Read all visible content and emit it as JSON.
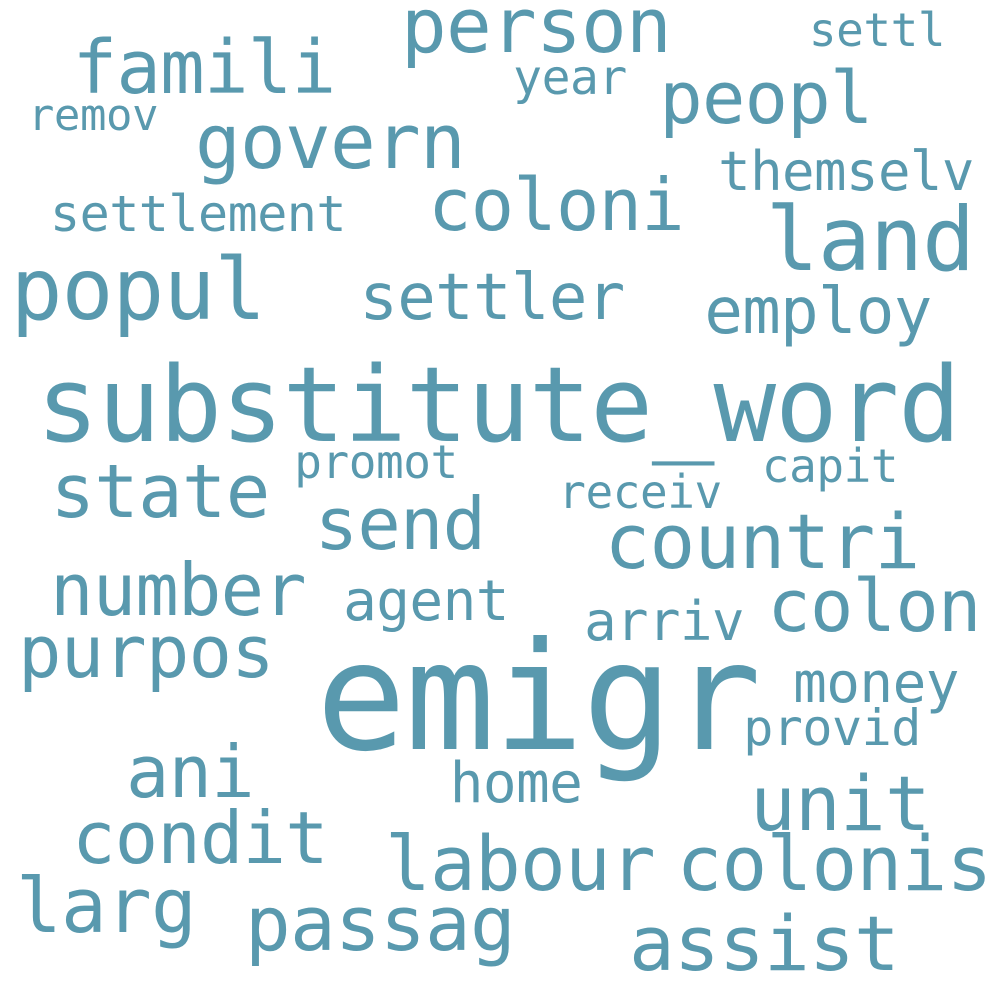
{
  "cloud": {
    "color": "#5999ae",
    "words": [
      {
        "text": "emigr"
      },
      {
        "text": "substitute_word"
      },
      {
        "text": "person"
      },
      {
        "text": "famili"
      },
      {
        "text": "settl"
      },
      {
        "text": "year"
      },
      {
        "text": "peopl"
      },
      {
        "text": "remov"
      },
      {
        "text": "govern"
      },
      {
        "text": "themselv"
      },
      {
        "text": "coloni"
      },
      {
        "text": "settlement"
      },
      {
        "text": "land"
      },
      {
        "text": "popul"
      },
      {
        "text": "settler"
      },
      {
        "text": "employ"
      },
      {
        "text": "promot"
      },
      {
        "text": "capit"
      },
      {
        "text": "state"
      },
      {
        "text": "receiv"
      },
      {
        "text": "send"
      },
      {
        "text": "countri"
      },
      {
        "text": "number"
      },
      {
        "text": "agent"
      },
      {
        "text": "colon"
      },
      {
        "text": "arriv"
      },
      {
        "text": "purpos"
      },
      {
        "text": "money"
      },
      {
        "text": "provid"
      },
      {
        "text": "ani"
      },
      {
        "text": "home"
      },
      {
        "text": "unit"
      },
      {
        "text": "condit"
      },
      {
        "text": "labour"
      },
      {
        "text": "colonis"
      },
      {
        "text": "larg"
      },
      {
        "text": "passag"
      },
      {
        "text": "assist"
      }
    ]
  }
}
